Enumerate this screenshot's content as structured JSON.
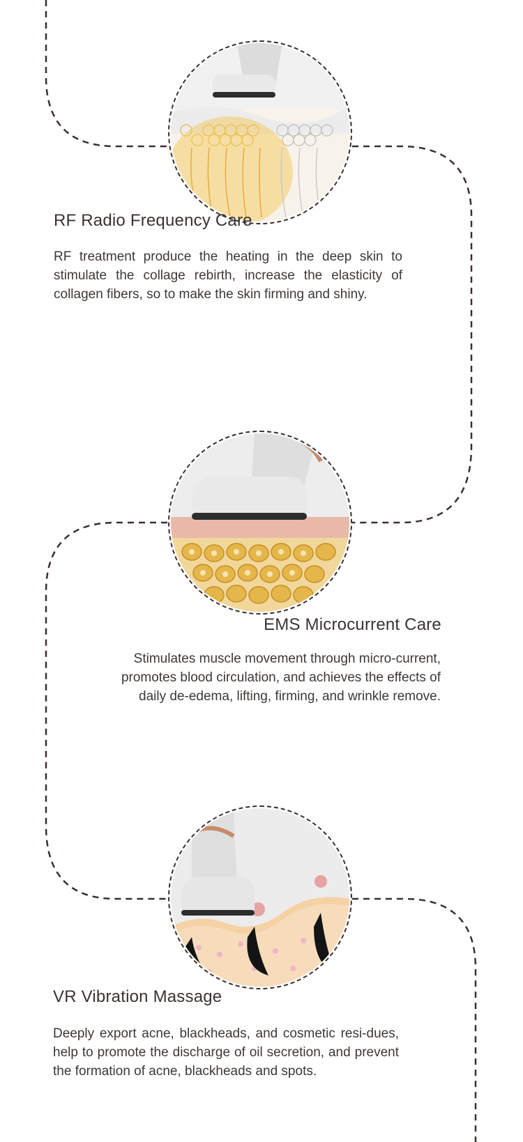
{
  "sections": [
    {
      "title": "RF Radio Frequency Care",
      "description": "RF treatment produce the heating in the deep skin to stimulate the collage rebirth, increase the elasticity of collagen fibers, so to make the skin firming and shiny.",
      "image_icon": "rf-skin-illustration"
    },
    {
      "title": "EMS Microcurrent Care",
      "description": "Stimulates muscle movement through micro-current, promotes blood circulation, and achieves the effects of daily de-edema, lifting, firming, and wrinkle remove.",
      "image_icon": "ems-cell-illustration"
    },
    {
      "title": "VR Vibration Massage",
      "description": "Deeply export acne, blackheads, and cosmetic resi-dues, help to promote the discharge of oil secretion, and prevent the formation of acne, blackheads and spots.",
      "image_icon": "vr-pore-illustration"
    }
  ],
  "colors": {
    "line": "#3a302c",
    "gold": "#e8b84a",
    "skin_pink": "#e9b9a8",
    "device": "#e6e6e6"
  }
}
